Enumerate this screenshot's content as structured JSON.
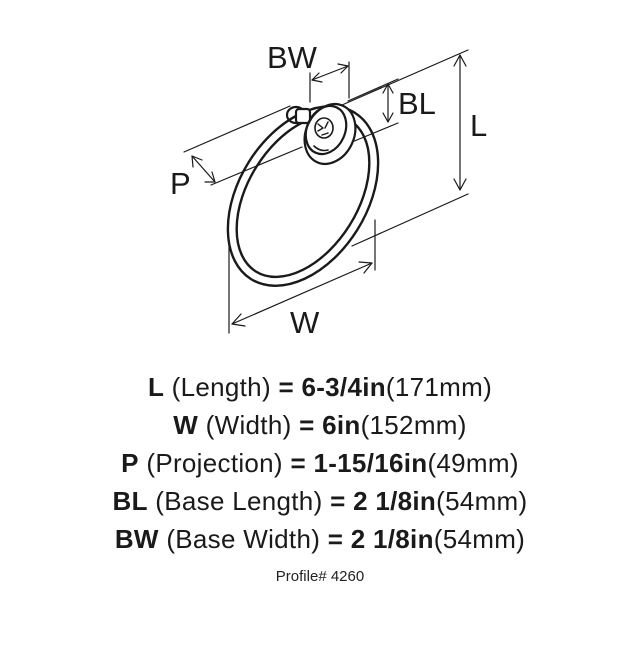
{
  "diagram": {
    "labels": {
      "bw": "BW",
      "bl": "BL",
      "l": "L",
      "p": "P",
      "w": "W"
    }
  },
  "specs": [
    {
      "abbr": "L",
      "name": "(Length)",
      "eq": "=",
      "value": "6-3/4in",
      "metric": "(171mm)"
    },
    {
      "abbr": "W",
      "name": "(Width)",
      "eq": "=",
      "value": "6in",
      "metric": "(152mm)"
    },
    {
      "abbr": "P",
      "name": "(Projection)",
      "eq": "=",
      "value": "1-15/16in",
      "metric": "(49mm)"
    },
    {
      "abbr": "BL",
      "name": "(Base Length)",
      "eq": "=",
      "value": "2 1/8in",
      "metric": "(54mm)"
    },
    {
      "abbr": "BW",
      "name": "(Base Width)",
      "eq": "=",
      "value": "2 1/8in",
      "metric": "(54mm)"
    }
  ],
  "profile": "Profile# 4260",
  "colors": {
    "ink": "#1a1a1a",
    "background": "#ffffff"
  }
}
